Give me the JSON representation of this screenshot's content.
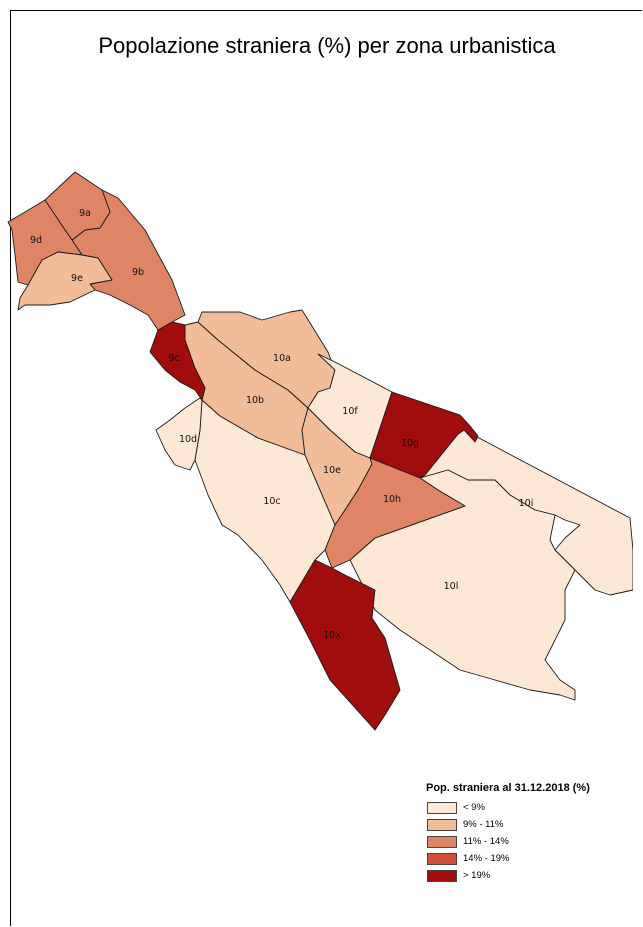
{
  "title": "Popolazione straniera (%) per zona urbanistica",
  "colors": {
    "c1": "#fde8d6",
    "c2": "#f3bc98",
    "c3": "#df8566",
    "c4": "#d64f3b",
    "c5": "#a10d0d"
  },
  "legend": {
    "title": "Pop. straniera al 31.12.2018 (%)",
    "classes": [
      {
        "label": "< 9%",
        "color": "#fde8d6"
      },
      {
        "label": "9% - 11%",
        "color": "#f3bc98"
      },
      {
        "label": "11% - 14%",
        "color": "#df8566"
      },
      {
        "label": "14% - 19%",
        "color": "#d64f3b"
      },
      {
        "label": "> 19%",
        "color": "#a10d0d"
      }
    ]
  },
  "zones": [
    {
      "id": "9a",
      "class": 3
    },
    {
      "id": "9b",
      "class": 3
    },
    {
      "id": "9c",
      "class": 5
    },
    {
      "id": "9d",
      "class": 3
    },
    {
      "id": "9e",
      "class": 2
    },
    {
      "id": "10a",
      "class": 2
    },
    {
      "id": "10b",
      "class": 2
    },
    {
      "id": "10c",
      "class": 1
    },
    {
      "id": "10d",
      "class": 1
    },
    {
      "id": "10e",
      "class": 2
    },
    {
      "id": "10f",
      "class": 1
    },
    {
      "id": "10g",
      "class": 5
    },
    {
      "id": "10h",
      "class": 3
    },
    {
      "id": "10i",
      "class": 1
    },
    {
      "id": "10l",
      "class": 1
    },
    {
      "id": "10x",
      "class": 5
    }
  ]
}
